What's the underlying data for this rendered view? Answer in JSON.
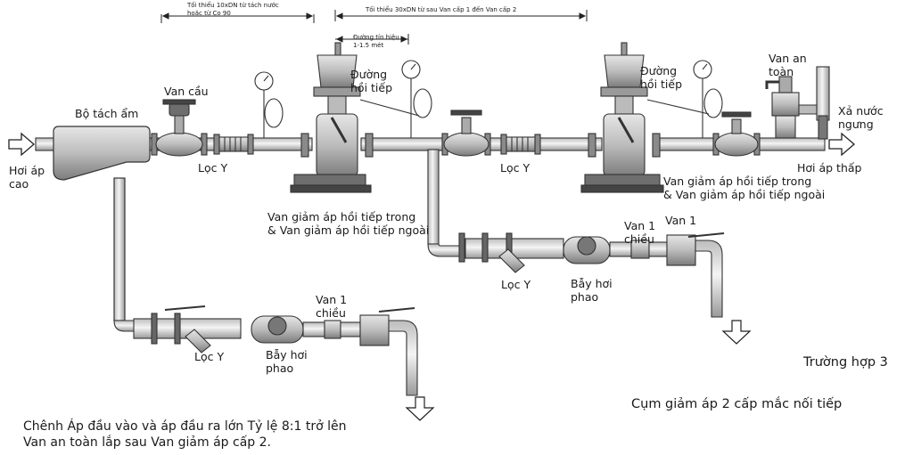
{
  "dimensions": {
    "top_left_line1": "Tối thiểu 10xDN từ tách nước",
    "top_left_line2": "hoặc từ Co 90",
    "top_right": "Tối thiểu 30xDN từ sau Van cấp 1 đến Van cấp 2",
    "signal_line1": "Đường tín hiệu",
    "signal_line2": "1-1.5 mét"
  },
  "labels": {
    "inlet_line1": "Hơi áp",
    "inlet_line2": "cao",
    "separator": "Bộ tách ẩm",
    "globe_valve": "Van cầu",
    "strainer_main_1": "Lọc Y",
    "feedback_1_line1": "Đường",
    "feedback_1_line2": "hồi tiếp",
    "prv_1_line1": "Van giảm áp hồi tiếp trong",
    "prv_1_line2": "& Van giảm áp hồi tiếp ngoài",
    "strainer_main_2": "Lọc Y",
    "feedback_2_line1": "Đường",
    "feedback_2_line2": "hồi tiếp",
    "prv_2_line1": "Van giảm áp hồi tiếp trong",
    "prv_2_line2": "& Van giảm áp hồi tiếp ngoài",
    "safety_valve_line1": "Van an",
    "safety_valve_line2": "toàn",
    "drain_line1": "Xả nước",
    "drain_line2": "ngưng",
    "outlet": "Hơi áp thấp",
    "trap1_strainer": "Lọc Y",
    "trap1_float": "Bẫy hơi",
    "trap1_float2": "phao",
    "trap1_check_line1": "Van 1",
    "trap1_check_line2": "chiều",
    "trap2_strainer": "Lọc Y",
    "trap2_float": "Bẫy hơi",
    "trap2_float2": "phao",
    "trap2_check_line1": "Van 1",
    "trap2_check_line2": "chiều",
    "trap2_ball": "Van 1"
  },
  "notes": {
    "case": "Trường hợp 3",
    "subtitle": "Cụm giảm áp 2 cấp mắc nối tiếp",
    "bottom_line1": "Chênh Áp đầu vào và áp đầu ra lớn  Tỷ lệ 8:1 trở lên",
    "bottom_line2": "Van an toàn lắp sau Van giảm áp cấp 2."
  },
  "colors": {
    "line": "#2a2a2a",
    "fill_dark": "#555555",
    "fill_mid": "#9a9a9a",
    "fill_light": "#d9d9d9"
  }
}
